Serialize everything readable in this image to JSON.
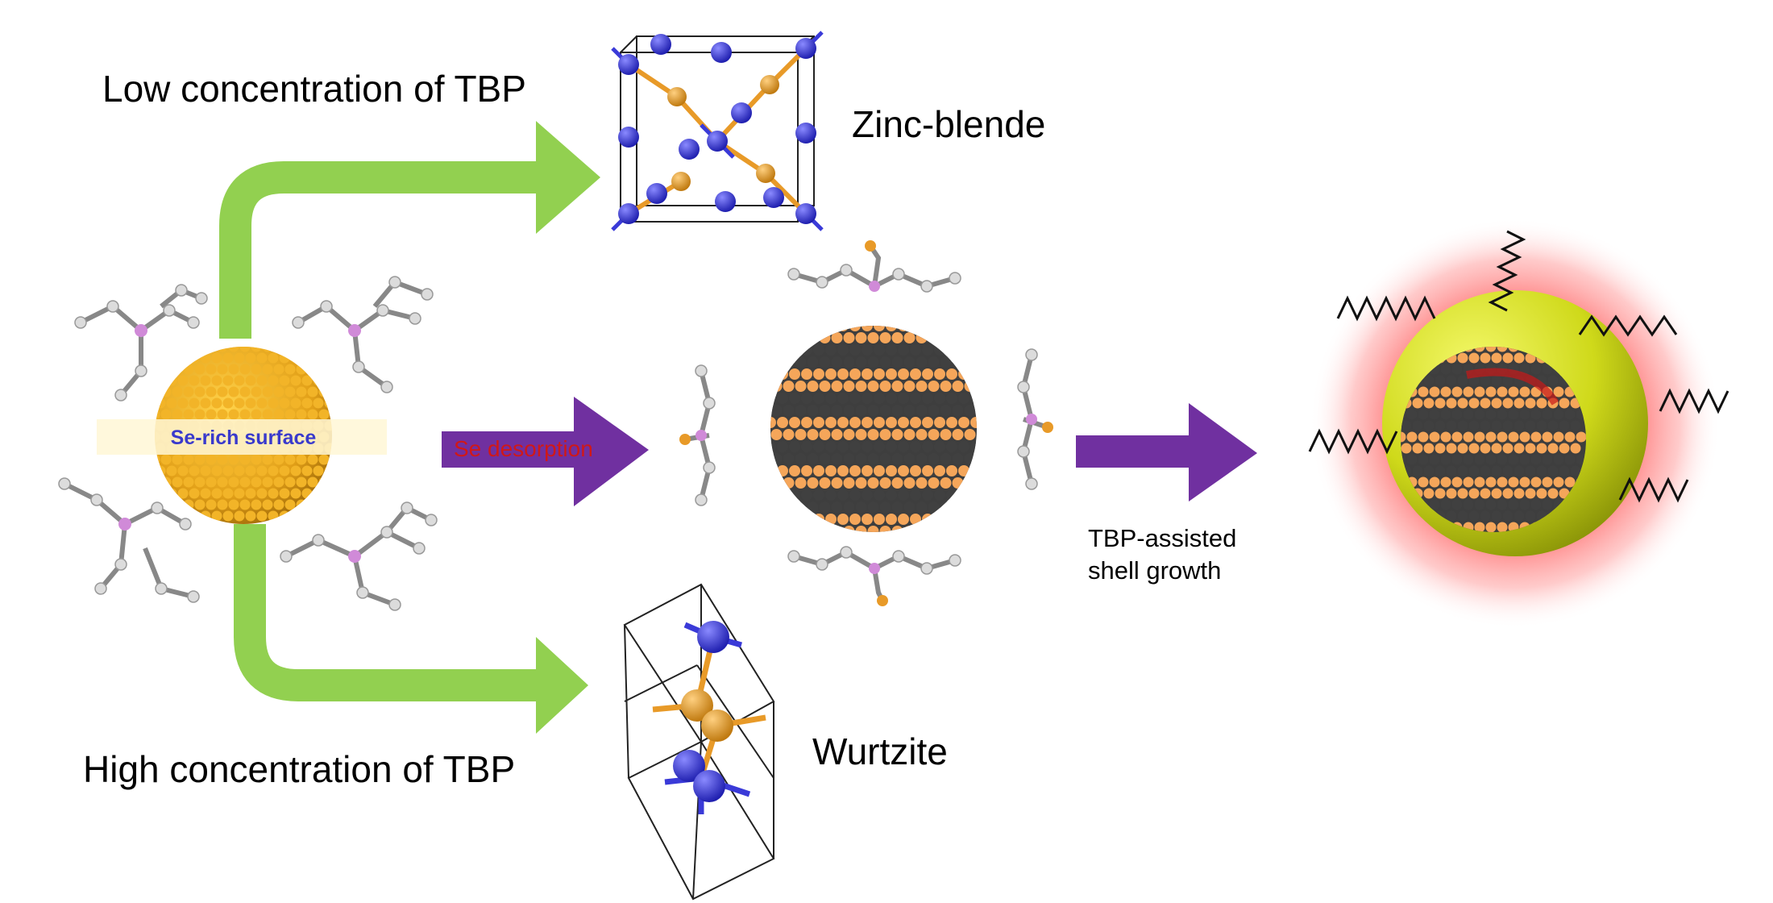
{
  "labels": {
    "low_tbp": "Low concentration of TBP",
    "high_tbp": "High concentration of TBP",
    "zinc_blende": "Zinc-blende",
    "wurtzite": "Wurtzite",
    "se_rich": "Se-rich surface",
    "se_desorption": "Se desorption",
    "shell_growth_line1": "TBP-assisted",
    "shell_growth_line2": "shell growth"
  },
  "colors": {
    "green_arrow": "#92d050",
    "purple_arrow": "#7030a0",
    "gold_atom": "#f0a830",
    "dark_atom": "#4a4a4a",
    "blue_atom": "#3a3ad8",
    "orange_atom": "#e89a28",
    "shell_yellow": "#d4e020",
    "glow_red": "#ff6a6a",
    "se_rich_text": "#3a3acc",
    "se_desorption_text": "#d01818"
  }
}
